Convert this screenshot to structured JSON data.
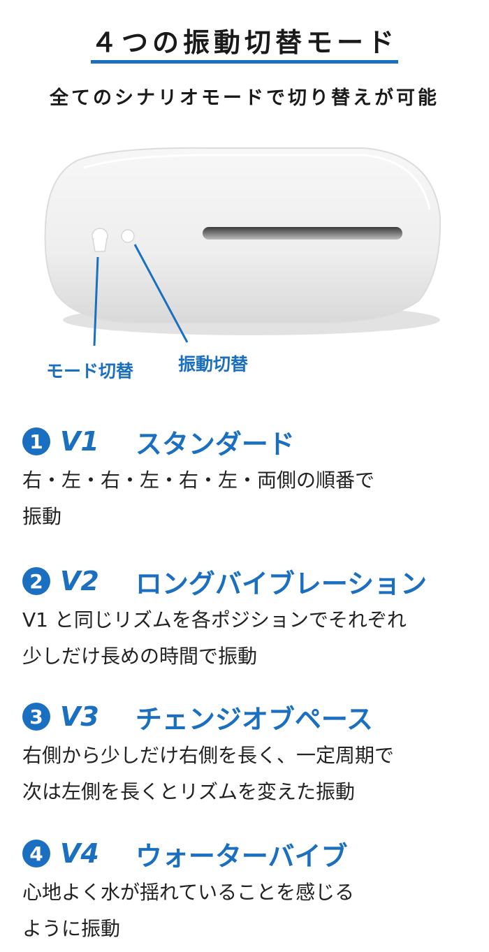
{
  "header": {
    "title": "４つの振動切替モード",
    "subtitle": "全てのシナリオモードで切り替えが可能"
  },
  "device": {
    "mode_switch_label": "モード切替",
    "vibration_switch_label": "振動切替"
  },
  "colors": {
    "accent": "#1a6fc0",
    "text": "#222222",
    "device_body": "#efefef"
  },
  "modes": [
    {
      "number": "1",
      "code": "V1",
      "name": "スタンダード",
      "lines": [
        "右・左・右・左・右・左・両側の順番で",
        "振動"
      ]
    },
    {
      "number": "2",
      "code": "V2",
      "name": "ロングバイブレーション",
      "lines": [
        "V1 と同じリズムを各ポジションでそれぞれ",
        "少しだけ長めの時間で振動"
      ]
    },
    {
      "number": "3",
      "code": "V3",
      "name": "チェンジオブペース",
      "lines": [
        "右側から少しだけ右側を長く、一定周期で",
        "次は左側を長くとリズムを変えた振動"
      ]
    },
    {
      "number": "4",
      "code": "V4",
      "name": "ウォーターバイブ",
      "lines": [
        "心地よく水が揺れていることを感じる",
        "ように振動"
      ]
    }
  ]
}
